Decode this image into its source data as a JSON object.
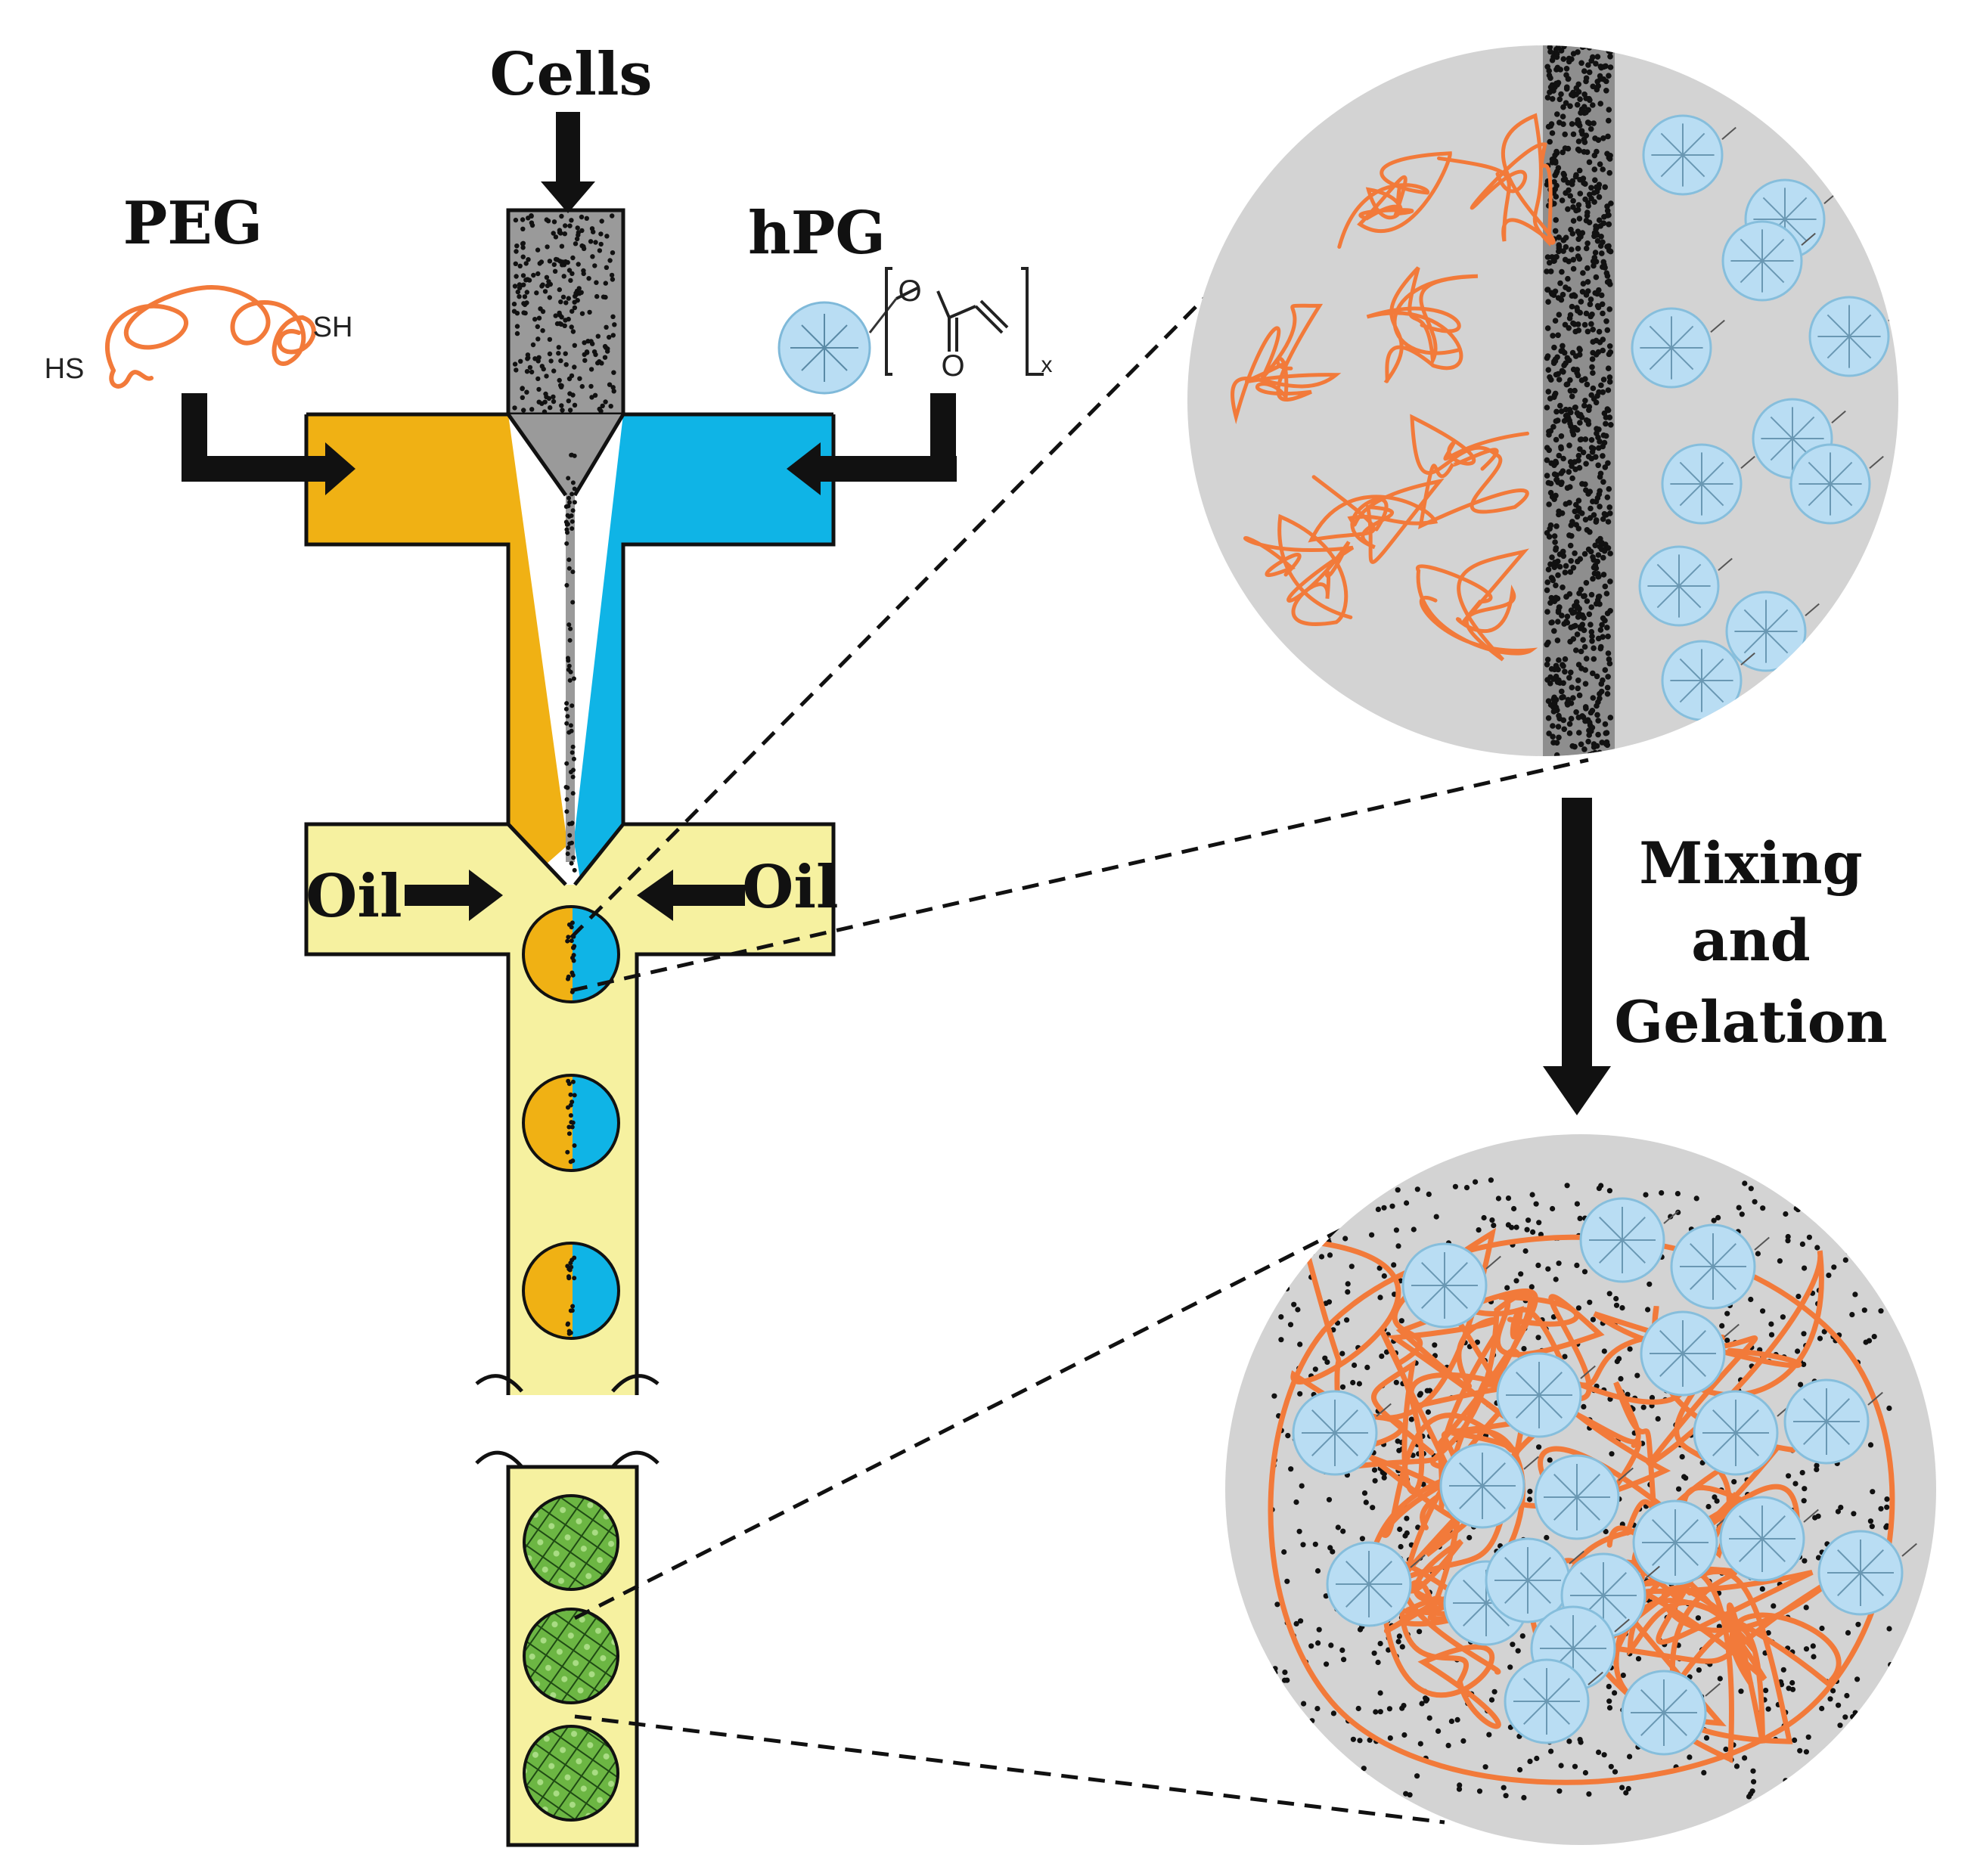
{
  "labels": {
    "cells": "Cells",
    "peg": "PEG",
    "hpg": "hPG",
    "oil_left": "Oil",
    "oil_right": "Oil",
    "hs": "HS",
    "sh": "SH",
    "atom_o_top": "O",
    "atom_o_bottom": "O",
    "subscript_x": "x",
    "step_line1": "Mixing",
    "step_line2": "and",
    "step_line3": "Gelation"
  },
  "colors": {
    "peg_phase": "#F0B114",
    "hpg_phase": "#0FB4E6",
    "oil_phase": "#F6F1A0",
    "cell_stream": "#9A9A9A",
    "polymer_strand": "#F27A3A",
    "hpg_particle": "#B9DDF3",
    "gel_bead": "#6CB643",
    "zoom_background": "#D3D3D3",
    "outline": "#111111"
  },
  "icons": {
    "arrow": "arrow-icon",
    "peg_molecule": "peg-chain-icon",
    "hpg_particle": "hpg-particle-icon",
    "droplet": "droplet-icon",
    "gel_bead": "gel-bead-icon"
  }
}
